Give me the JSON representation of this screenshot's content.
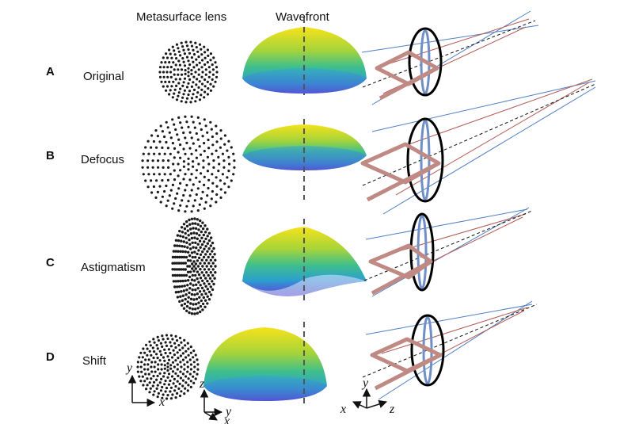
{
  "headers": {
    "metasurface": "Metasurface lens",
    "wavefront": "Wavefront"
  },
  "rows": [
    {
      "letter": "A",
      "name": "Original"
    },
    {
      "letter": "B",
      "name": "Defocus"
    },
    {
      "letter": "C",
      "name": "Astigmatism"
    },
    {
      "letter": "D",
      "name": "Shift"
    }
  ],
  "axes": {
    "lens_xy": {
      "vertical": "y",
      "horizontal": "x"
    },
    "wavefront_xyz": {
      "vertical": "z",
      "horizontal": "y",
      "depth": "x"
    },
    "rays_xyz": {
      "vertical": "y",
      "left": "x",
      "right": "z"
    }
  },
  "colors": {
    "beam": "#c08a84",
    "red_ray": "#b35a56",
    "blue_ray": "#4f7fc4",
    "lens_inner": "#6f8fc6",
    "wavefront_top": "#f6e21a",
    "wavefront_mid": "#3fbf8c",
    "wavefront_bottom": "#4a5fd6"
  }
}
